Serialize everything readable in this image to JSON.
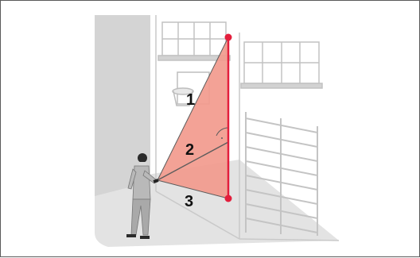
{
  "illustration": {
    "labels": {
      "line_1": "1",
      "line_2": "2",
      "line_3": "3"
    },
    "icons": {
      "person": "person-with-laser-meter-icon",
      "window_left": "window-icon",
      "window_right": "window-icon",
      "basketball_hoop": "basketball-hoop-icon",
      "gate": "gate-icon",
      "right_angle": "right-angle-marker-icon"
    },
    "colors": {
      "measurement_line": "#e31e3c",
      "triangle_fill": "#f29a8d",
      "wall_shading": "#d7d7d7",
      "building_outline": "#c8c8c8"
    }
  }
}
